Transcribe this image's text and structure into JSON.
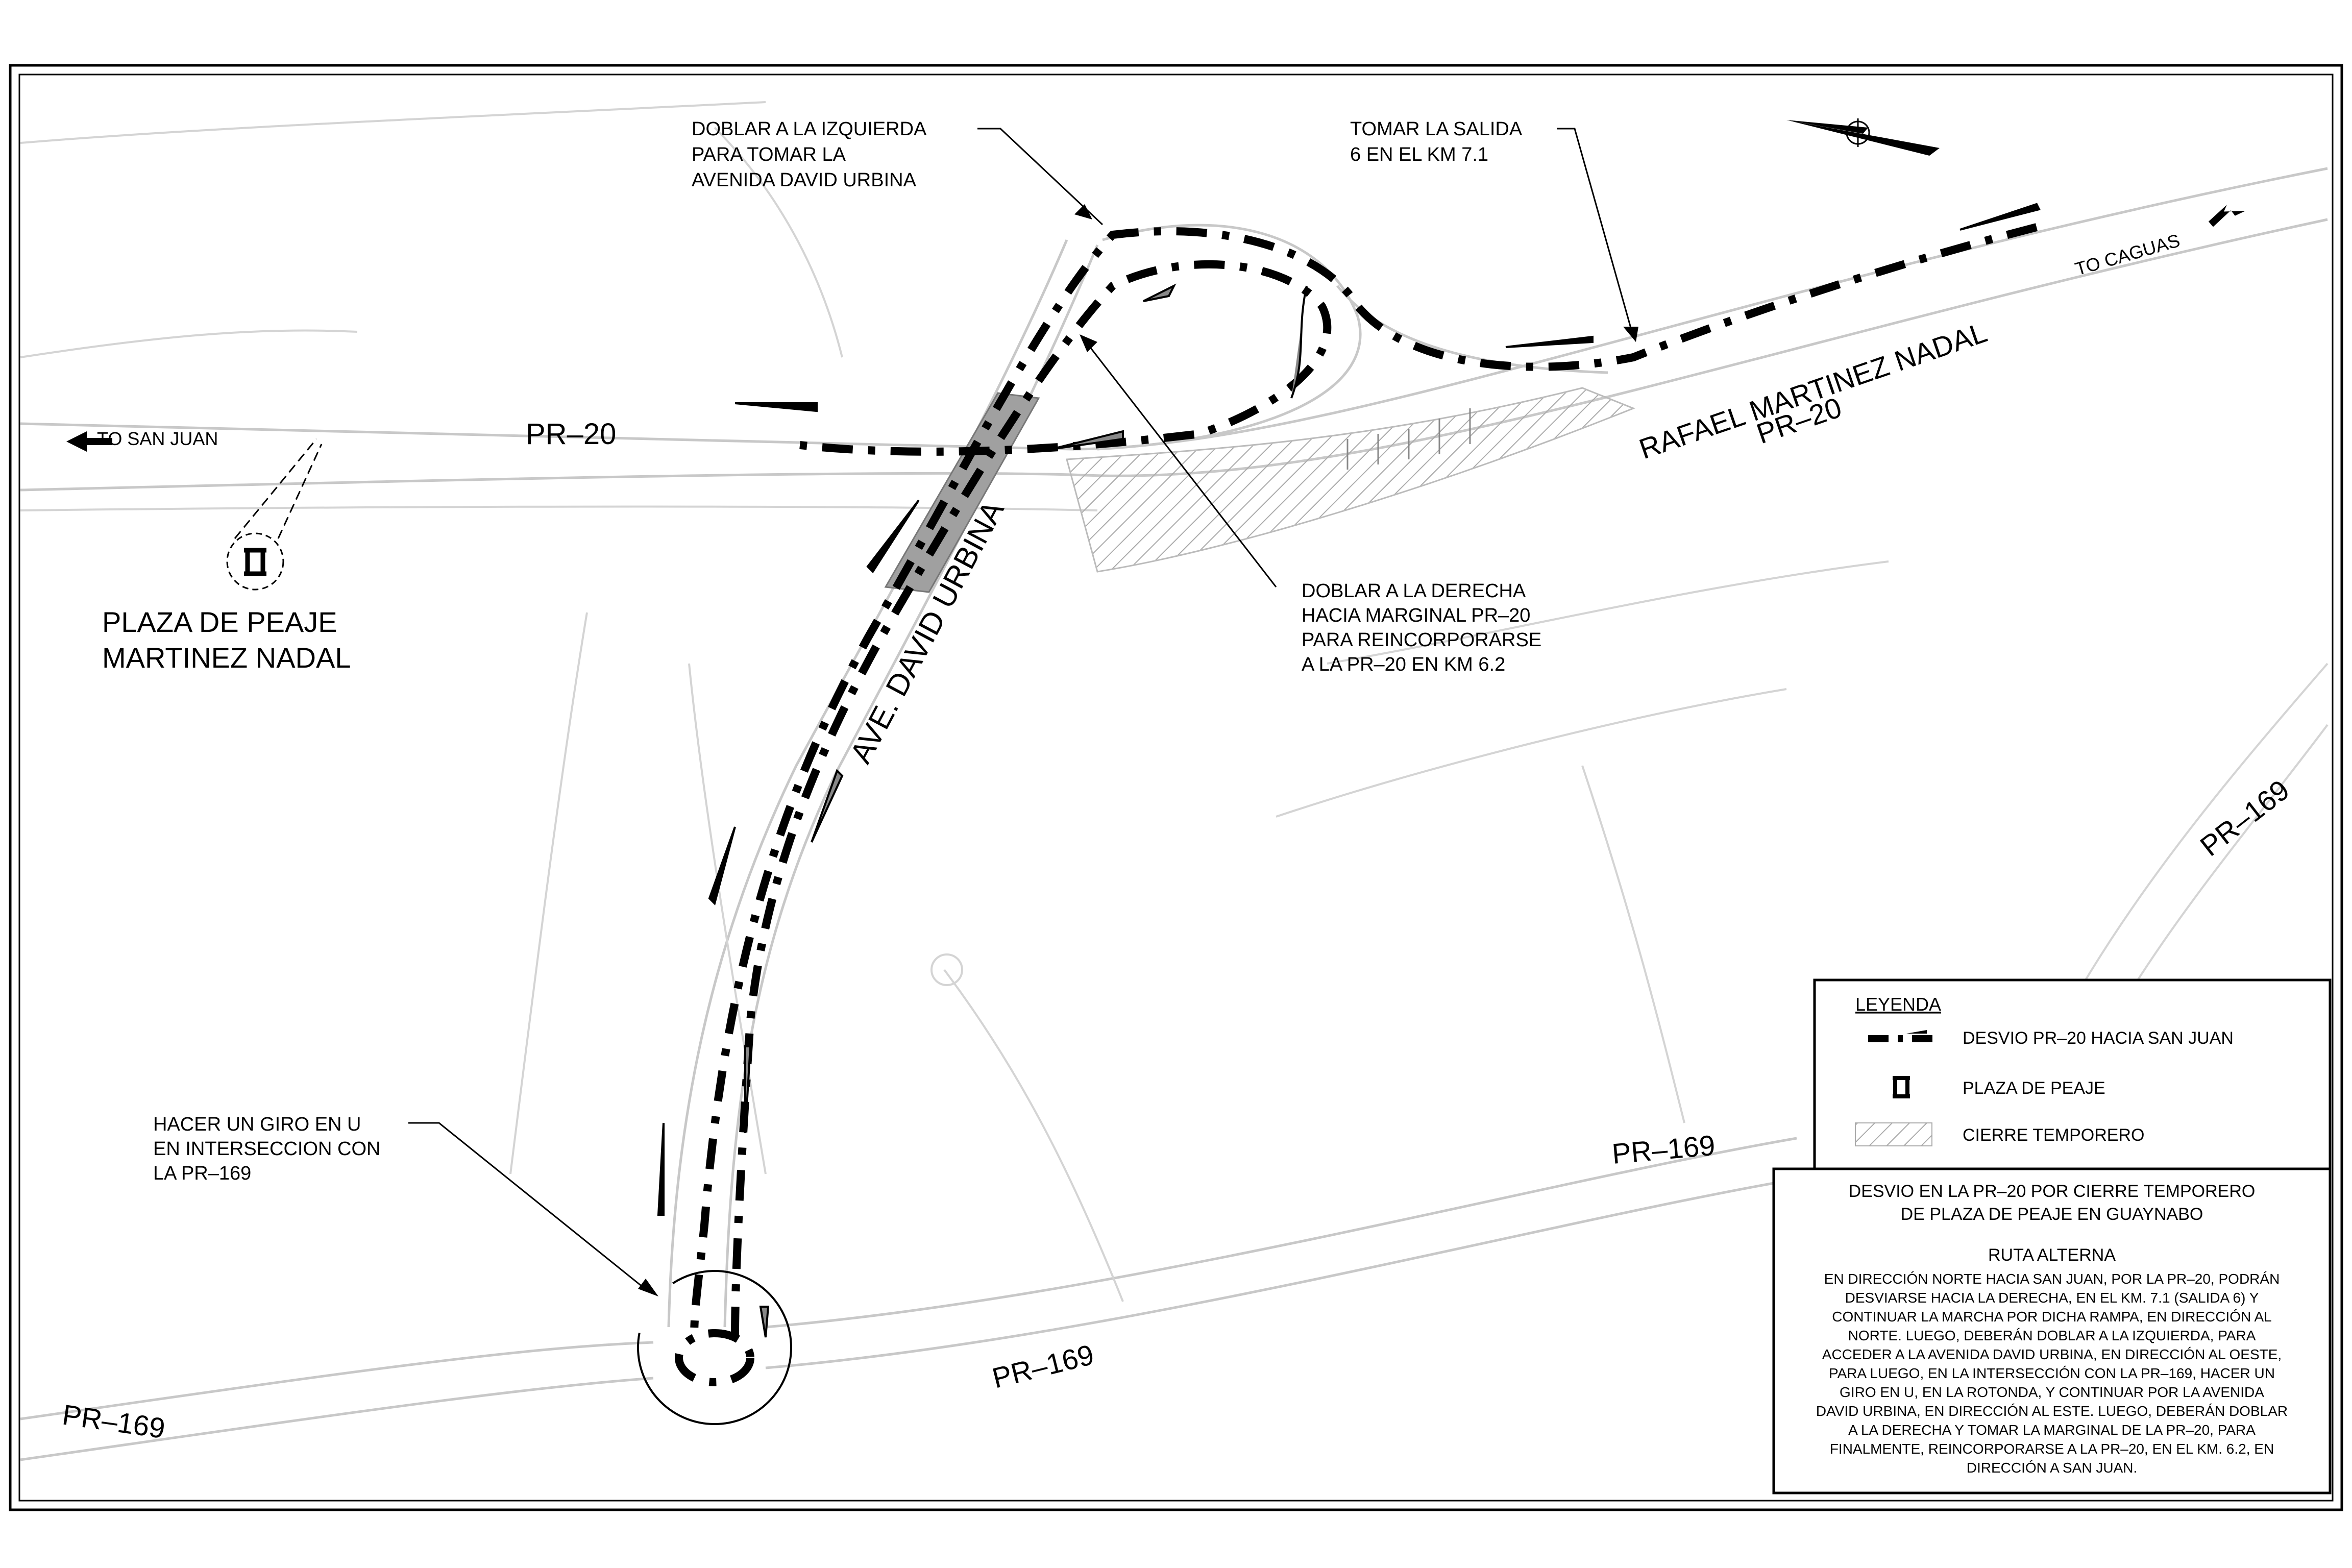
{
  "labels": {
    "pr20_west": "PR–20",
    "to_san_juan": "TO SAN JUAN",
    "to_caguas": "TO CAGUAS",
    "rafael_line1": "RAFAEL MARTINEZ NADAL",
    "rafael_line2": "PR–20",
    "ave_david_urbina": "AVE. DAVID URBINA",
    "pr169_east": "PR–169",
    "pr169_center": "PR–169",
    "pr169_southwest": "PR–169",
    "pr169_northeast": "PR–169"
  },
  "toll_plaza": {
    "line1": "PLAZA DE PEAJE",
    "line2": "MARTINEZ NADAL",
    "icon": "toll-plaza-icon"
  },
  "notes": {
    "left_turn": [
      "DOBLAR A LA IZQUIERDA",
      "PARA TOMAR LA",
      "AVENIDA DAVID URBINA"
    ],
    "exit": [
      "TOMAR LA SALIDA",
      "6 EN EL KM 7.1"
    ],
    "right_turn": [
      "DOBLAR A LA DERECHA",
      "HACIA MARGINAL PR–20",
      "PARA REINCORPORARSE",
      "A LA PR–20 EN KM 6.2"
    ],
    "u_turn": [
      "HACER UN GIRO EN U",
      "EN INTERSECCION CON",
      "LA PR–169"
    ]
  },
  "legend": {
    "title": "LEYENDA",
    "items": [
      {
        "symbol": "dashed-route",
        "label": "DESVIO PR–20 HACIA SAN JUAN"
      },
      {
        "symbol": "toll-plaza-icon",
        "label": "PLAZA DE PEAJE"
      },
      {
        "symbol": "hatch",
        "label": "CIERRE TEMPORERO"
      }
    ]
  },
  "title_block": {
    "title_line1": "DESVIO EN LA PR–20 POR CIERRE TEMPORERO",
    "title_line2": "DE PLAZA DE PEAJE EN GUAYNABO",
    "subtitle": "RUTA ALTERNA",
    "description": [
      "EN DIRECCIÓN NORTE HACIA SAN JUAN, POR LA PR–20, PODRÁN",
      "DESVIARSE HACIA LA DERECHA, EN EL KM. 7.1 (SALIDA 6) Y",
      "CONTINUAR LA MARCHA POR DICHA RAMPA, EN DIRECCIÓN AL",
      "NORTE. LUEGO, DEBERÁN DOBLAR A LA IZQUIERDA, PARA",
      "ACCEDER A LA AVENIDA DAVID URBINA, EN DIRECCIÓN AL OESTE,",
      "PARA LUEGO, EN LA INTERSECCIÓN CON LA PR–169, HACER UN",
      "GIRO EN U, EN LA ROTONDA, Y CONTINUAR POR LA AVENIDA",
      "DAVID URBINA, EN DIRECCIÓN AL ESTE. LUEGO, DEBERÁN DOBLAR",
      "A LA DERECHA Y TOMAR LA MARGINAL DE LA PR–20, PARA",
      "FINALMENTE, REINCORPORARSE A LA PR–20, EN EL KM. 6.2, EN",
      "DIRECCIÓN A SAN JUAN."
    ]
  },
  "colors": {
    "route": "#000000",
    "closure": "#a0a0a0",
    "road_edge": "#c8c8c8"
  }
}
